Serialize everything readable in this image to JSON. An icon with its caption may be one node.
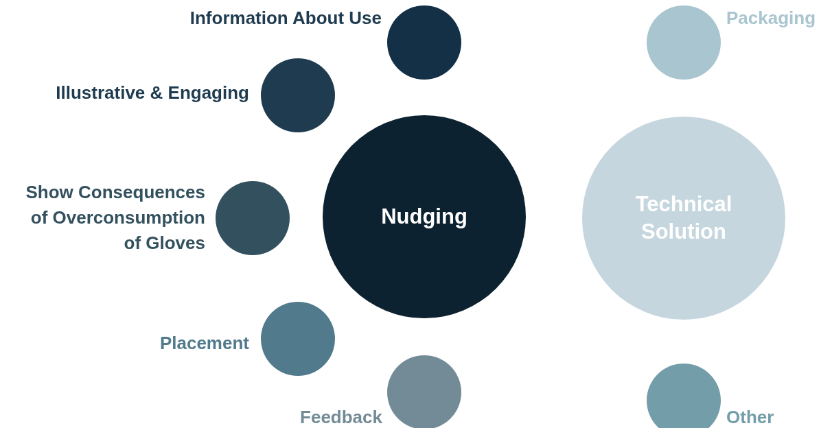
{
  "diagram": {
    "nodes": [
      {
        "text": [],
        "shape": "circle",
        "beside": [
          "Information About Use"
        ]
      },
      {
        "text": [],
        "shape": "circle",
        "beside": [
          "Packaging"
        ]
      },
      {
        "text": [],
        "shape": "circle",
        "beside": [
          "Illustrative & Engaging"
        ]
      },
      {
        "text": [],
        "shape": "circle",
        "beside": [
          "Show Consequences of Overconsumption of Gloves"
        ]
      },
      {
        "text": [
          "Nudging"
        ]
      },
      {
        "text": [
          "Technical Solution"
        ]
      },
      {
        "text": [],
        "shape": "circle",
        "beside": [
          "Placement"
        ]
      },
      {
        "text": [],
        "shape": "circle",
        "beside": [
          "Feedback"
        ]
      },
      {
        "text": [],
        "shape": "circle",
        "beside": [
          "Other"
        ]
      }
    ]
  }
}
